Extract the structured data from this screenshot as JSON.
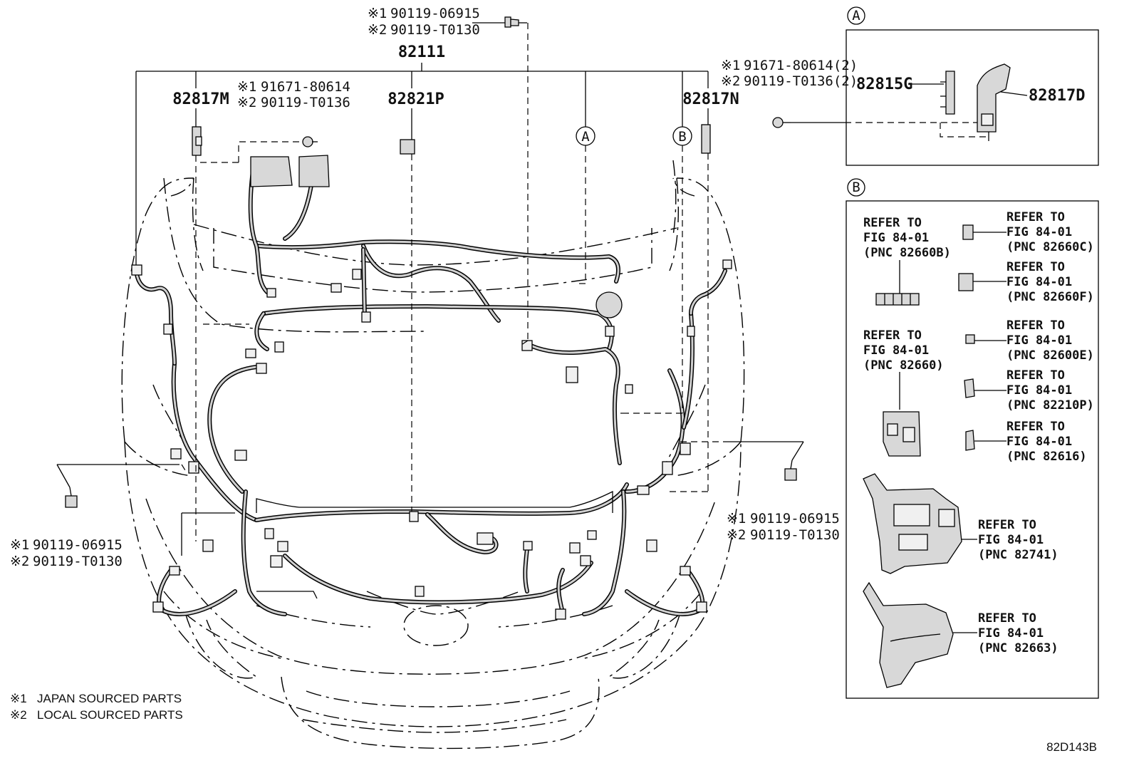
{
  "diagram_code": "82D143B",
  "markers": {
    "japan": "※1",
    "local": "※2"
  },
  "top_bolt": {
    "jp": "90119-06915",
    "local": "90119-T0130"
  },
  "main_harness": "82111",
  "left_clip": "82817M",
  "left_screw": {
    "jp": "91671-80614",
    "local": "90119-T0136"
  },
  "center_clip": "82821P",
  "right_clip": "82817N",
  "callout_a": "A",
  "callout_b": "B",
  "right_screw": {
    "jp": "91671-80614(2)",
    "local": "90119-T0136(2)"
  },
  "left_bolt": {
    "jp": "90119-06915",
    "local": "90119-T0130"
  },
  "right_bolt": {
    "jp": "90119-06915",
    "local": "90119-T0130"
  },
  "detail_a": {
    "left_part": "82815G",
    "right_part": "82817D"
  },
  "refer": {
    "line1": "REFER TO",
    "line2": "FIG 84-01",
    "items": [
      {
        "pnc": "(PNC 82660B)"
      },
      {
        "pnc": "(PNC 82660C)"
      },
      {
        "pnc": "(PNC 82660F)"
      },
      {
        "pnc": "(PNC 82660)"
      },
      {
        "pnc": "(PNC 82600E)"
      },
      {
        "pnc": "(PNC 82210P)"
      },
      {
        "pnc": "(PNC 82616)"
      },
      {
        "pnc": "(PNC 82741)"
      },
      {
        "pnc": "(PNC 82663)"
      }
    ]
  },
  "legend": {
    "japan_label": "JAPAN SOURCED PARTS",
    "local_label": "LOCAL SOURCED PARTS"
  }
}
